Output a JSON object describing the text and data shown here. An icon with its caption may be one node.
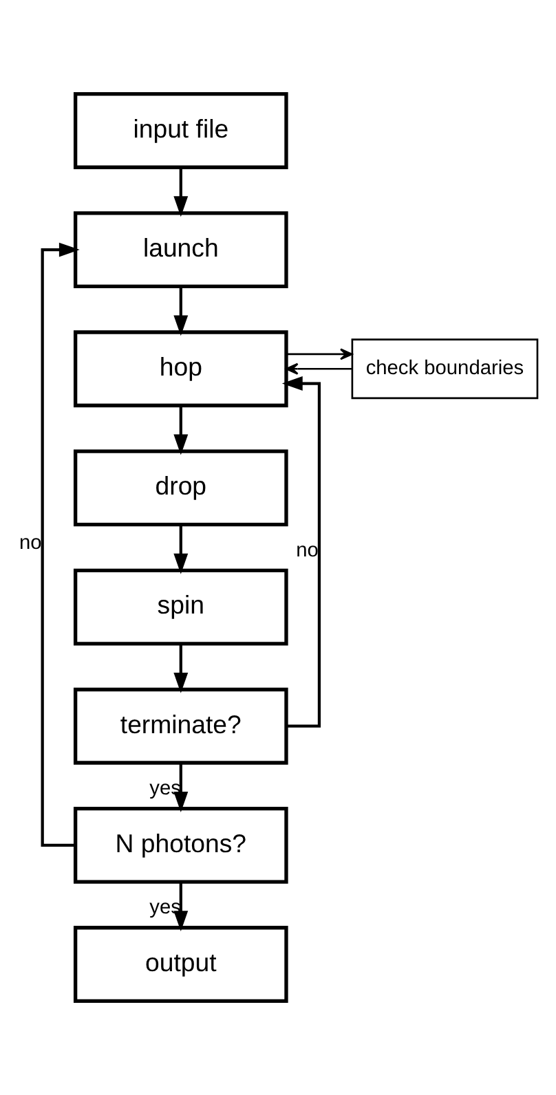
{
  "diagram": {
    "nodes": [
      {
        "text": [
          "input file"
        ]
      },
      {
        "text": [
          "launch"
        ]
      },
      {
        "text": [
          "hop"
        ]
      },
      {
        "text": [
          "check boundaries"
        ]
      },
      {
        "text": [
          "drop"
        ]
      },
      {
        "text": [
          "spin"
        ]
      },
      {
        "text": [
          "terminate?"
        ]
      },
      {
        "text": [
          "N photons?"
        ]
      },
      {
        "text": [
          "output"
        ]
      }
    ],
    "edges": [
      {
        "from": 0,
        "to": 1,
        "arrow": "to"
      },
      {
        "from": 1,
        "to": 2,
        "arrow": "to"
      },
      {
        "from": 2,
        "to": 3,
        "arrow": "to"
      },
      {
        "from": 3,
        "to": 2,
        "arrow": "to"
      },
      {
        "from": 2,
        "to": 4,
        "arrow": "to"
      },
      {
        "from": 4,
        "to": 5,
        "arrow": "to"
      },
      {
        "from": 5,
        "to": 6,
        "arrow": "to"
      },
      {
        "from": 6,
        "to": 2,
        "label": "no",
        "arrow": "to"
      },
      {
        "from": 6,
        "to": 7,
        "label": "yes",
        "arrow": "to"
      },
      {
        "from": 7,
        "to": 1,
        "label": "no",
        "arrow": "to"
      },
      {
        "from": 7,
        "to": 8,
        "label": "yes",
        "arrow": "to"
      }
    ]
  }
}
